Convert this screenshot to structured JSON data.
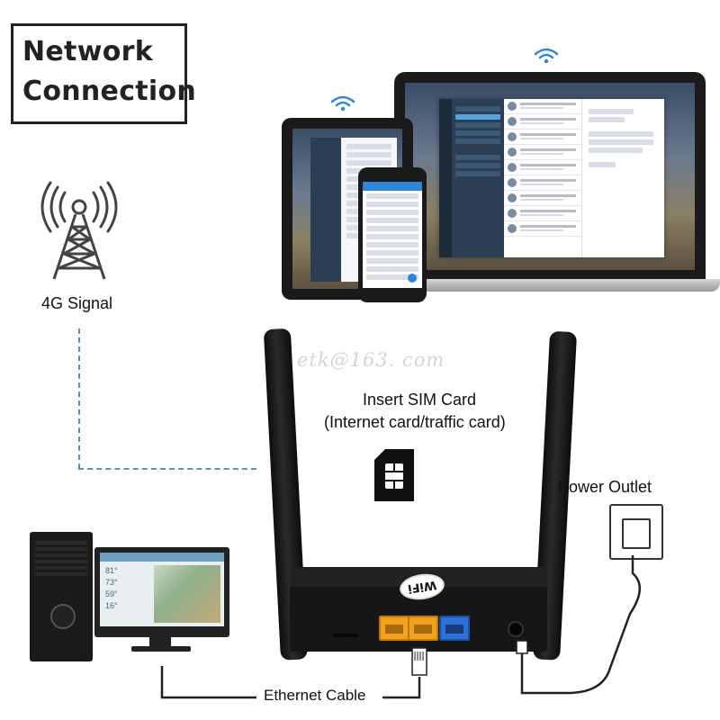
{
  "title": {
    "line1": "Network",
    "line2": "Connection"
  },
  "labels": {
    "signal": "4G Signal",
    "sim_line1": "Insert SIM Card",
    "sim_line2": "(Internet card/traffic card)",
    "power": "Power Outlet",
    "ethernet": "Ethernet Cable",
    "watermark": "etk@163. com",
    "router_logo": "WiFi"
  },
  "monitor_temps": [
    "81°",
    "73°",
    "59°",
    "16°"
  ],
  "colors": {
    "lan_port": "#f0a21e",
    "wan_port": "#2f6fd6",
    "wifi_icon": "#2f86d6",
    "dashed_line": "#5a8fd0",
    "router_body": "#161616"
  },
  "icons": {
    "tower": "cell-tower-icon",
    "wifi": "wifi-icon",
    "sim": "sim-card-icon",
    "plug": "power-plug-icon"
  }
}
